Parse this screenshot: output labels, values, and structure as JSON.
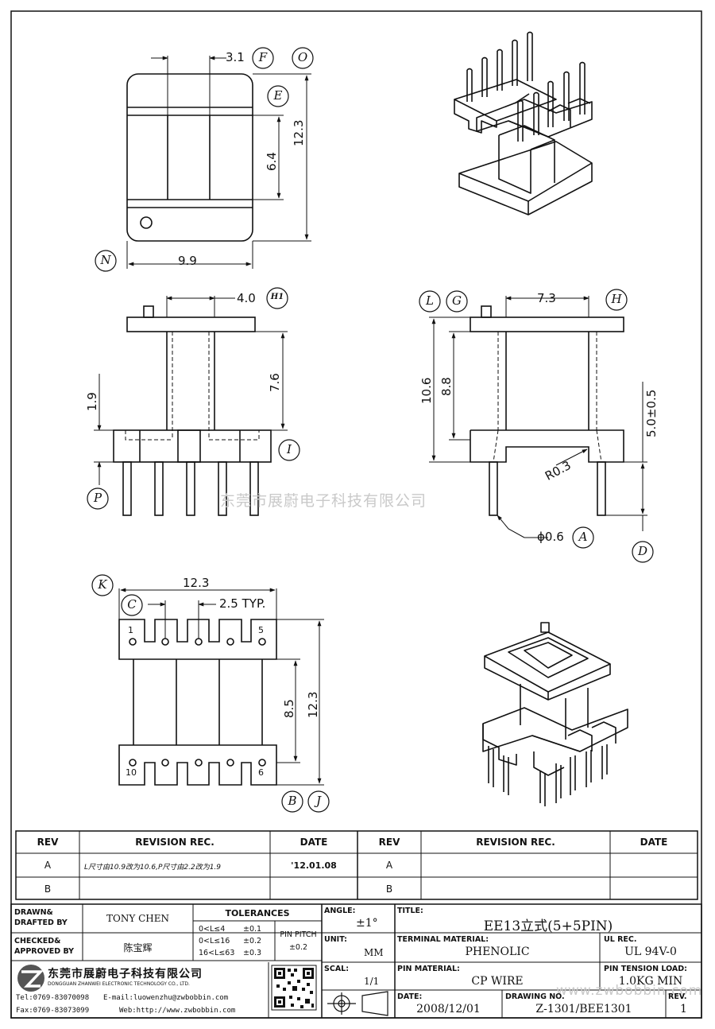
{
  "watermark": {
    "company_cn": "东莞市展蔚电子科技有限公司",
    "url": "www.zwbobbin.com"
  },
  "drawing": {
    "dims": {
      "d_3_1": "3.1",
      "d_12_3_right": "12.3",
      "d_6_4": "6.4",
      "d_9_9": "9.9",
      "d_4_0": "4.0",
      "d_7_6": "7.6",
      "d_1_9": "1.9",
      "d_7_3": "7.3",
      "d_10_6": "10.6",
      "d_8_8": "8.8",
      "d_5_0": "5.0±0.5",
      "d_r0_3": "R0.3",
      "d_phi": "ϕ0.6",
      "d_12_3_bottom": "12.3",
      "d_2_5": "2.5 TYP.",
      "d_8_5": "8.5",
      "d_12_3_v": "12.3"
    },
    "balloons": {
      "F": "F",
      "O": "O",
      "E": "E",
      "N": "N",
      "H1": "H1",
      "I": "I",
      "P": "P",
      "L": "L",
      "G": "G",
      "H": "H",
      "A": "A",
      "D": "D",
      "K": "K",
      "C": "C",
      "B": "B",
      "J": "J"
    },
    "pins": {
      "p1": "1",
      "p5": "5",
      "p10": "10",
      "p6": "6"
    }
  },
  "revision_table": {
    "headers": [
      "REV",
      "REVISION REC.",
      "DATE",
      "REV",
      "REVISION REC.",
      "DATE"
    ],
    "rows": [
      {
        "rev": "A",
        "rec": "L尺寸由10.9改为10.6,P尺寸由2.2改为1.9",
        "date": "'12.01.08",
        "rev2": "A",
        "rec2": "",
        "date2": ""
      },
      {
        "rev": "B",
        "rec": "",
        "date": "",
        "rev2": "B",
        "rec2": "",
        "date2": ""
      }
    ]
  },
  "title_block": {
    "drawn_label": "DRAWN&\nDRAFTED BY",
    "drawn_l1": "DRAWN&",
    "drawn_l2": "DRAFTED BY",
    "drawn_by": "TONY CHEN",
    "checked_l1": "CHECKED&",
    "checked_l2": "APPROVED BY",
    "checked_by": "陈宝辉",
    "tolerances_label": "TOLERANCES",
    "tol_rows": [
      {
        "range": "0<L≤4",
        "val": "±0.1"
      },
      {
        "range": "0<L≤16",
        "val": "±0.2"
      },
      {
        "range": "16<L≤63",
        "val": "±0.3"
      }
    ],
    "pin_pitch_l1": "PIN PITCH",
    "pin_pitch_val": "±0.2",
    "angle_label": "ANGLE:",
    "angle_val": "±1°",
    "unit_label": "UNIT:",
    "unit_val": "MM",
    "scale_label": "SCAL:",
    "scale_val": "1/1",
    "title_label": "TITLE:",
    "title_val": "EE13立式(5+5PIN)",
    "terminal_label": "TERMINAL MATERIAL:",
    "terminal_val": "PHENOLIC",
    "ul_label": "UL REC.",
    "ul_val": "UL 94V-0",
    "pin_mat_label": "PIN MATERIAL:",
    "pin_mat_val": "CP WIRE",
    "tension_label": "PIN TENSION LOAD:",
    "tension_val": "1.0KG MIN",
    "date_label": "DATE:",
    "date_val": "2008/12/01",
    "dwg_label": "DRAWING NO.",
    "dwg_val": "Z-1301/BEE1301",
    "rev_label": "REV.",
    "rev_val": "1",
    "company_cn": "东莞市展蔚电子科技有限公司",
    "company_en": "DONGGUAN ZHANWEI ELECTRONIC TECHNOLOGY CO., LTD.",
    "tel": "Tel:0769-83070098",
    "email": "E-mail:luowenzhu@zwbobbin.com",
    "fax": "Fax:0769-83073099",
    "web": "Web:http://www.zwbobbin.com"
  },
  "colors": {
    "line": "#111111",
    "watermark": "#c9c9c9"
  }
}
